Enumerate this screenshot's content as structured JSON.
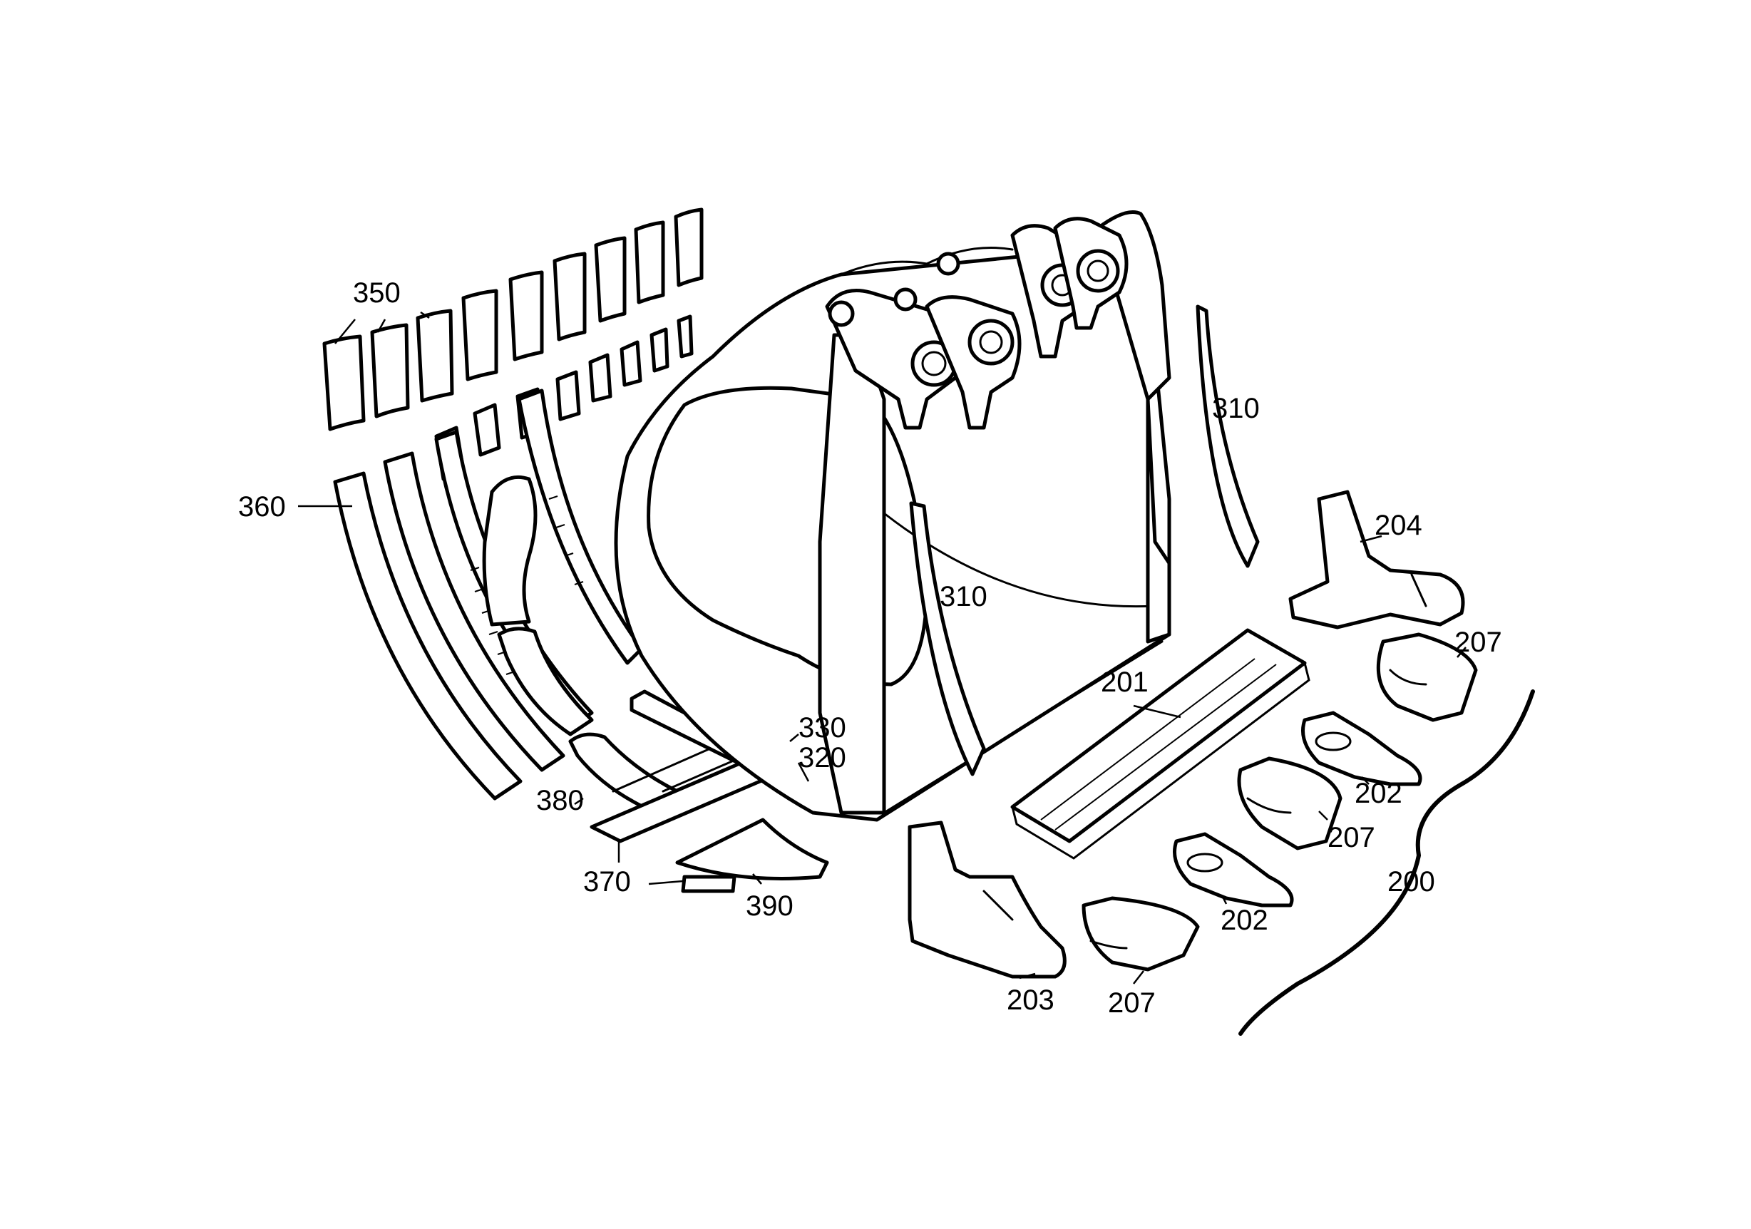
{
  "labels": {
    "l350": "350",
    "l360": "360",
    "l310a": "310",
    "l310b": "310",
    "l204": "204",
    "l207a": "207",
    "l201": "201",
    "l330": "330",
    "l320": "320",
    "l380": "380",
    "l202a": "202",
    "l207b": "207",
    "l200": "200",
    "l370": "370",
    "l390": "390",
    "l202b": "202",
    "l203": "203",
    "l207c": "207"
  },
  "colors": {
    "ink": "#000000",
    "paper": "#ffffff"
  }
}
